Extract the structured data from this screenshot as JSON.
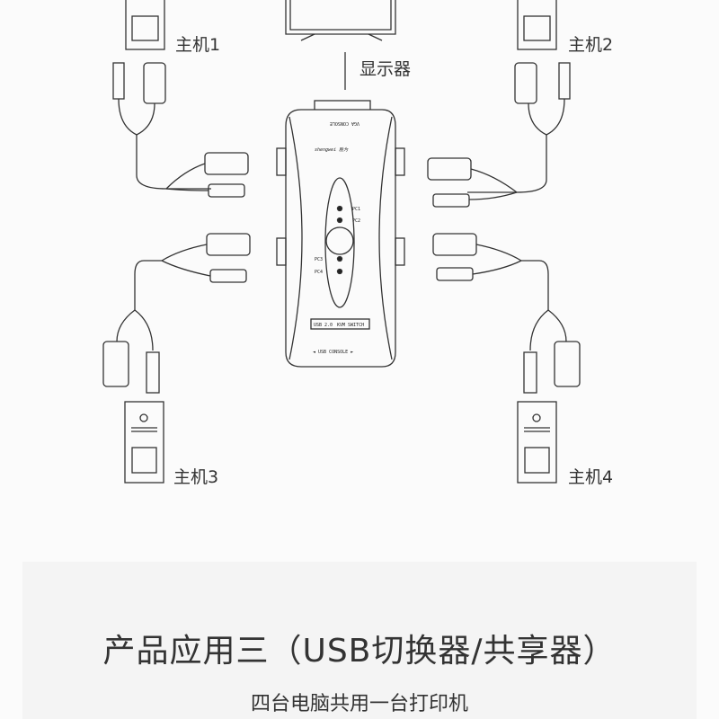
{
  "labels": {
    "host1": "主机1",
    "host2": "主机2",
    "host3": "主机3",
    "host4": "主机4",
    "monitor": "显示器"
  },
  "device": {
    "vga_console": "VGA CONSOLE",
    "brand": "shengwei 胜为",
    "pc1": "PC1",
    "pc2": "PC2",
    "pc3": "PC3",
    "pc4": "PC4",
    "usb_label": "USB 2.0",
    "kvm_label": "KVM SWITCH",
    "usb_console": "◄ USB CONSOLE ►"
  },
  "section": {
    "title": "产品应用三（USB切换器/共享器）",
    "subtitle": "四台电脑共用一台打印机"
  },
  "colors": {
    "line": "#333333",
    "panel": "#f4f4f4",
    "bg": "#fbfbfb"
  }
}
